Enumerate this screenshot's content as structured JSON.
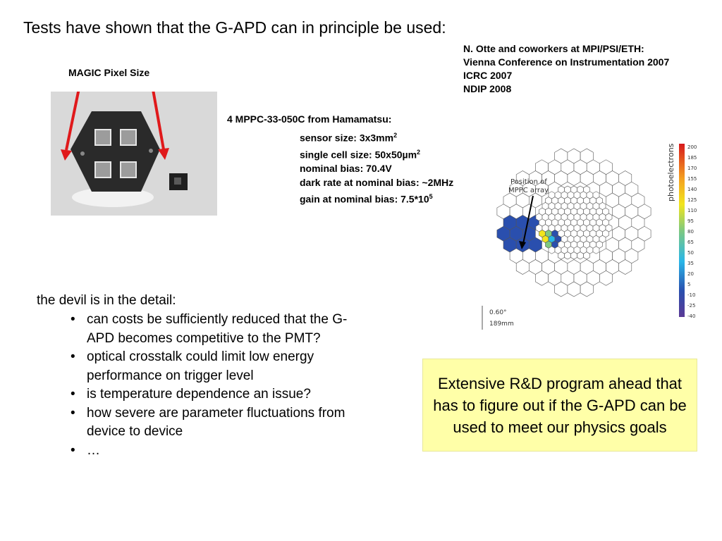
{
  "slide": {
    "title": "Tests have shown that the G-APD can in principle be used:",
    "references": [
      "N. Otte and coworkers at MPI/PSI/ETH:",
      "Vienna Conference on Instrumentation 2007",
      "ICRC 2007",
      "NDIP 2008"
    ],
    "magic_label": "MAGIC Pixel Size",
    "mppc": {
      "heading": "4 MPPC-33-050C from Hamamatsu:",
      "sensor_size_prefix": "sensor size: 3x3mm",
      "sensor_size_sup": "2",
      "cell_size_prefix": "single cell size: 50x50µm",
      "cell_size_sup": "2",
      "bias": "nominal bias: 70.4V",
      "dark_rate": "dark rate at nominal bias: ~2MHz",
      "gain_prefix": "gain at nominal bias: 7.5*10",
      "gain_sup": "5"
    },
    "camera_image": {
      "annotation_line1": "Position of",
      "annotation_line2": "MPPC array",
      "colorbar_label": "photoelectrons",
      "colorbar_ticks": [
        "200",
        "185",
        "170",
        "155",
        "140",
        "125",
        "110",
        "95",
        "80",
        "65",
        "50",
        "35",
        "20",
        "5",
        "-10",
        "-25",
        "-40"
      ],
      "scale_line1": "0.60°",
      "scale_line2": "189mm"
    },
    "devil_heading": "the devil is in the detail:",
    "bullet_symbol": "•",
    "bullets": [
      "can costs be sufficiently reduced that the G-APD becomes competitive to the PMT?",
      "optical crosstalk could limit low energy performance on trigger level",
      "is temperature dependence an issue?",
      "how severe are parameter fluctuations from device to device",
      "…"
    ],
    "callout": "Extensive R&D program ahead that has to figure out if the G-APD can be used to meet our physics goals",
    "colors": {
      "arrow_red": "#e0191b",
      "callout_bg": "#ffffa8",
      "hex_fill_dark": "#2a4fae",
      "photo_bg": "#d9d9d9"
    }
  }
}
